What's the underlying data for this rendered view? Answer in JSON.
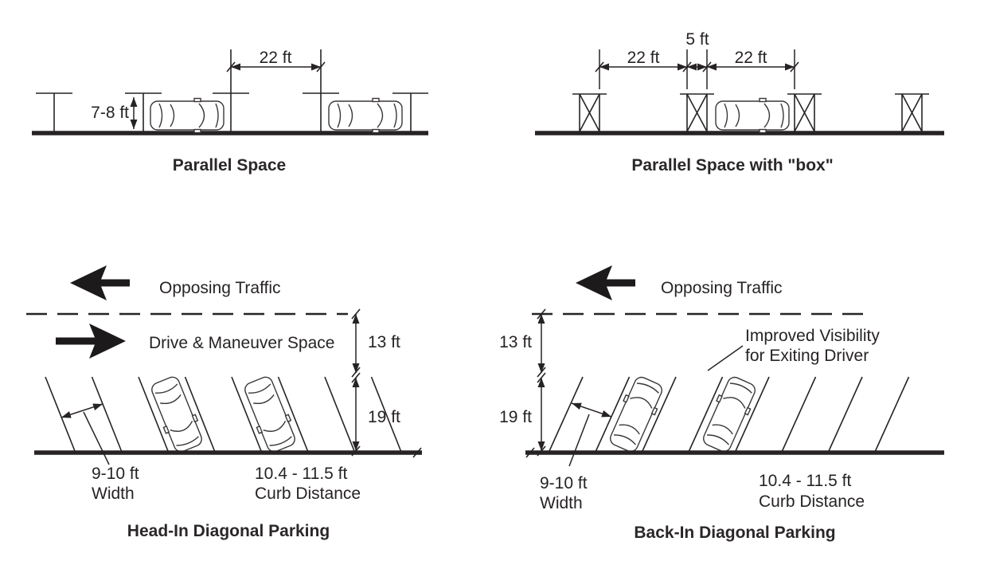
{
  "colors": {
    "ink": "#272324",
    "background": "#ffffff"
  },
  "icons": {
    "opposing_traffic_arrow": "left-solid-arrow",
    "drive_direction_arrow": "right-solid-arrow",
    "dimension_arrow": "double-headed-arrow"
  },
  "panels": {
    "parallel": {
      "title": "Parallel Space",
      "space_length": "22 ft",
      "space_width": "7-8 ft"
    },
    "parallel_box": {
      "title": "Parallel Space with \"box\"",
      "left_space": "22 ft",
      "box_width": "5 ft",
      "right_space": "22 ft"
    },
    "head_in": {
      "title": "Head-In Diagonal Parking",
      "opposing": "Opposing Traffic",
      "drive": "Drive & Maneuver Space",
      "lane_depth": "13 ft",
      "stall_depth": "19 ft",
      "stall_width_line1": "9-10 ft",
      "stall_width_line2": "Width",
      "curb_distance_line1": "10.4 - 11.5 ft",
      "curb_distance_line2": "Curb Distance"
    },
    "back_in": {
      "title": "Back-In Diagonal Parking",
      "opposing": "Opposing Traffic",
      "lane_depth": "13 ft",
      "stall_depth": "19 ft",
      "visibility_line1": "Improved Visibility",
      "visibility_line2": "for Exiting Driver",
      "stall_width_line1": "9-10 ft",
      "stall_width_line2": "Width",
      "curb_distance_line1": "10.4 - 11.5 ft",
      "curb_distance_line2": "Curb Distance"
    }
  }
}
